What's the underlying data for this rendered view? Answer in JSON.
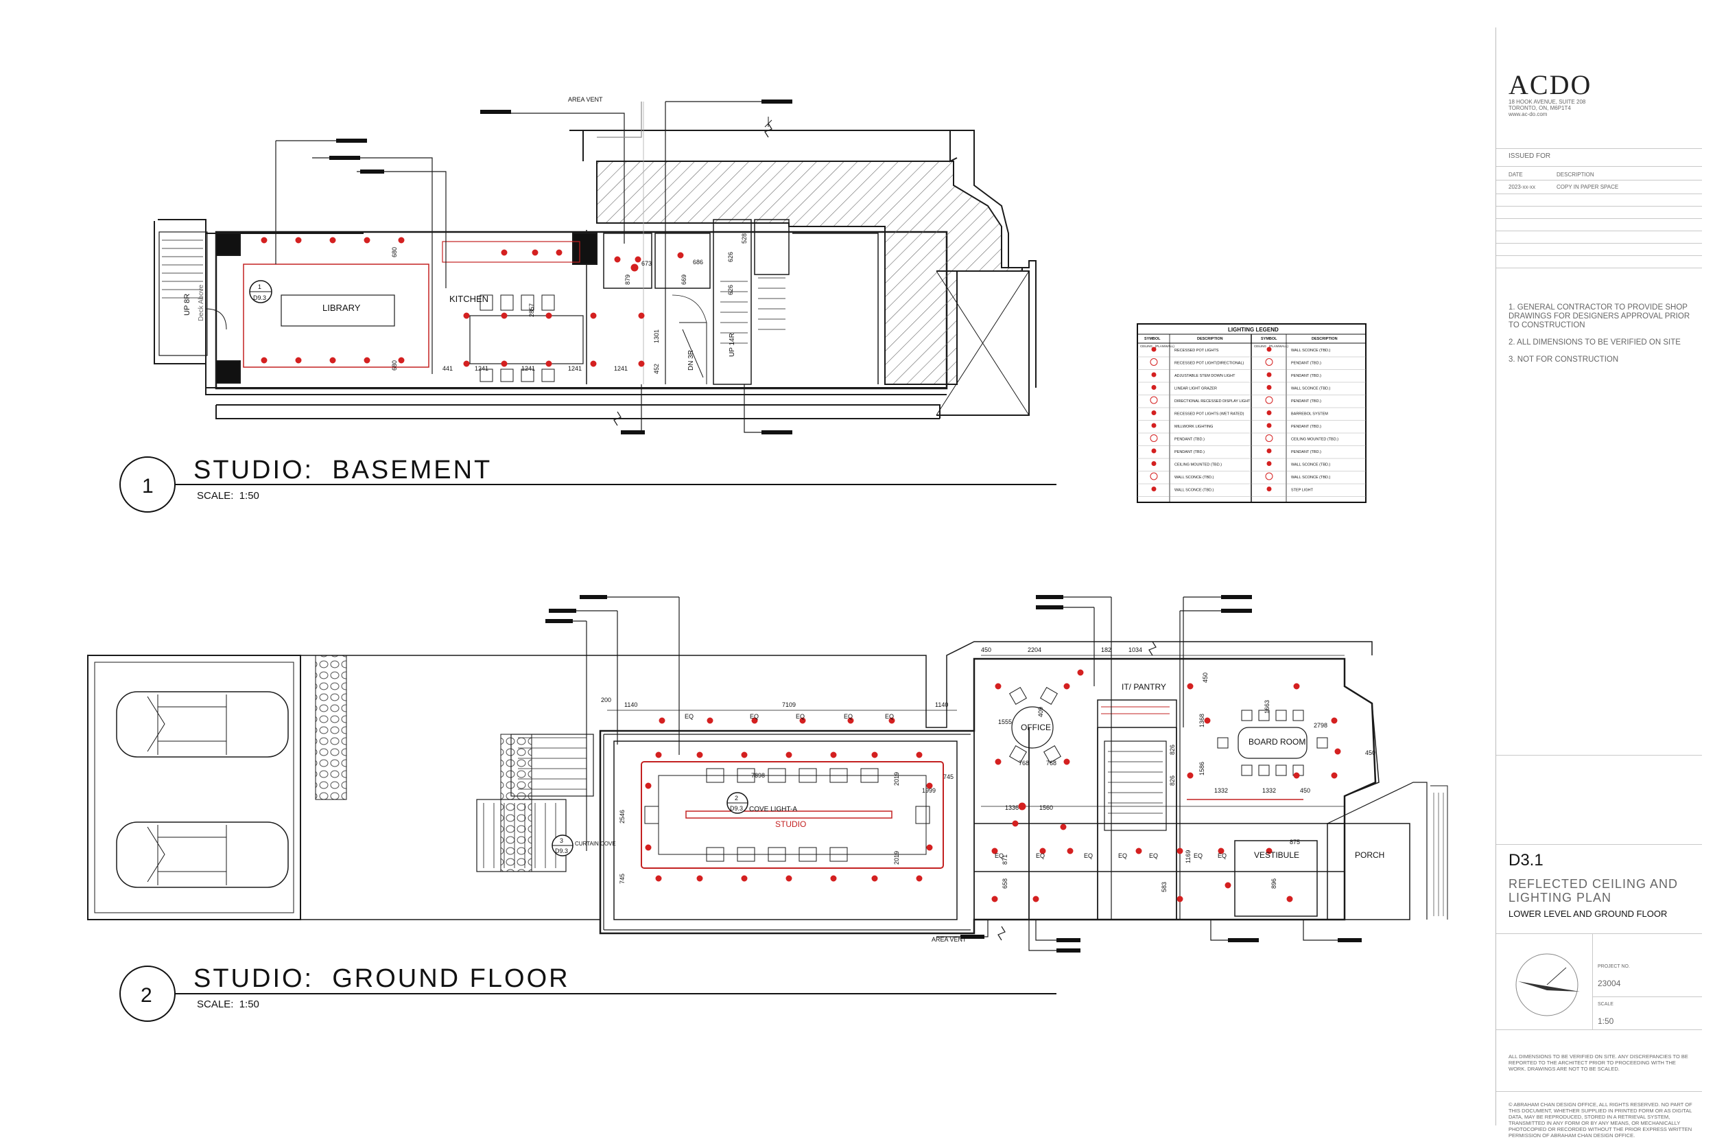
{
  "sheet": {
    "drawings": [
      {
        "number": "1",
        "title": "STUDIO:  BASEMENT",
        "scale": "SCALE:  1:50"
      },
      {
        "number": "2",
        "title": "STUDIO:  GROUND FLOOR",
        "scale": "SCALE:  1:50"
      }
    ]
  },
  "basement": {
    "rooms": {
      "library": "LIBRARY",
      "kitchen": "KITCHEN"
    },
    "labels": {
      "area_vent": "AREA VENT",
      "stair_up": "UP 8R",
      "deck_above": "Deck Above",
      "dn": "DN 3R",
      "up14": "UP 14R"
    },
    "callout": {
      "num": "1",
      "sheet": "D9.3"
    },
    "dims": {
      "d1": "680",
      "d2": "680",
      "d3": "1241",
      "d4": "1241",
      "d5": "1241",
      "d6": "1241",
      "d7": "441",
      "d8": "2857",
      "d9": "1301",
      "d10": "452",
      "d11": "879",
      "d12": "673",
      "d13": "686",
      "d14": "669",
      "d15": "528",
      "d16": "626",
      "d17": "626"
    }
  },
  "ground": {
    "rooms": {
      "studio": "STUDIO",
      "office": "OFFICE",
      "it_pantry": "IT/ PANTRY",
      "board_room": "BOARD ROOM",
      "vestibule": "VESTIBULE",
      "porch": "PORCH"
    },
    "labels": {
      "cove_light": "COVE LIGHT-A",
      "curtain": "CURTAIN COVE",
      "area_vent": "AREA VENT",
      "eq": "EQ"
    },
    "callouts": [
      {
        "num": "2",
        "sheet": "D9.3"
      },
      {
        "num": "3",
        "sheet": "D9.3"
      }
    ],
    "dims": {
      "d1": "1140",
      "d2": "7109",
      "d3": "1140",
      "d4": "200",
      "d5": "7898",
      "d6": "2546",
      "d7": "2019",
      "d8": "2019",
      "d9": "1999",
      "d10": "745",
      "d11": "745",
      "d12": "450",
      "d13": "2204",
      "d14": "182",
      "d15": "1034",
      "d16": "1555",
      "d17": "409",
      "d18": "768",
      "d19": "768",
      "d20": "1560",
      "d21": "1332",
      "d22": "1332",
      "d23": "2798",
      "d24": "450",
      "d25": "450",
      "d26": "875",
      "d27": "1169",
      "d28": "896",
      "d29": "583",
      "d30": "871",
      "d31": "658",
      "d32": "1368",
      "d33": "1586",
      "d34": "1663",
      "d35": "826",
      "d36": "826",
      "d37": "1336",
      "d38": "450"
    }
  },
  "legend": {
    "title": "LIGHTING LEGEND",
    "headers": {
      "symbol": "SYMBOL",
      "description": "DESCRIPTION",
      "sub": "CEILING   (PLAN/WALL)"
    },
    "left": [
      "RECESSED POT LIGHTS",
      "RECESSED POT LIGHT(DIRECTIONAL)",
      "ADJUSTABLE STEM DOWN LIGHT",
      "LINEAR LIGHT GRAZER",
      "DIRECTIONAL RECESSED DISPLAY LIGHT",
      "RECESSED POT LIGHTS (WET RATED)",
      "MILLWORK LIGHTING",
      "PENDANT (TBD.)",
      "PENDANT (TBD.)",
      "CEILING MOUNTED (TBD.)",
      "WALL SCONCE (TBD.)",
      "WALL SCONCE (TBD.)"
    ],
    "right": [
      "WALL SCONCE (TBD.)",
      "PENDANT (TBD.)",
      "PENDANT (TBD.)",
      "WALL SCONCE (TBD.)",
      "PENDANT (TBD.)",
      "BARREBOL SYSTEM",
      "PENDANT (TBD.)",
      "CEILING MOUNTED (TBD.)",
      "PENDANT (TBD.)",
      "WALL SCONCE (TBD.)",
      "WALL SCONCE (TBD.)",
      "STEP LIGHT"
    ]
  },
  "title_block": {
    "logo": "ACDO",
    "address": "18 HOOK AVENUE, SUITE 208\nTORONTO, ON, M6P1T4\nwww.ac-do.com",
    "issued_for": "ISSUED FOR",
    "col_date": "DATE",
    "col_desc": "DESCRIPTION",
    "row_date": "2023-xx-xx",
    "row_desc": "COPY IN PAPER SPACE",
    "notes": [
      "1. GENERAL CONTRACTOR TO PROVIDE SHOP DRAWINGS FOR DESIGNERS APPROVAL PRIOR TO CONSTRUCTION",
      "2. ALL DIMENSIONS TO BE VERIFIED ON SITE",
      "3.  NOT FOR CONSTRUCTION"
    ],
    "sheet_number": "D3.1",
    "sheet_title": "REFLECTED CEILING AND LIGHTING PLAN",
    "sheet_subtitle": "LOWER LEVEL AND GROUND FLOOR",
    "project_label": "PROJECT NO.",
    "project_no": "23004",
    "scale_label": "SCALE",
    "scale": "1:50",
    "disclaimer": "ALL DIMENSIONS TO BE VERIFIED ON SITE. ANY DISCREPANCIES TO BE REPORTED TO THE ARCHITECT PRIOR TO PROCEEDING WITH THE WORK. DRAWINGS ARE NOT TO BE SCALED.",
    "copyright": "© ABRAHAM CHAN DESIGN OFFICE, ALL RIGHTS RESERVED. NO PART OF THIS DOCUMENT, WHETHER SUPPLIED IN PRINTED FORM OR AS DIGITAL DATA, MAY BE REPRODUCED, STORED IN A RETRIEVAL SYSTEM, TRANSMITTED IN ANY FORM OR BY ANY MEANS, OR MECHANICALLY PHOTOCOPIED OR RECORDED WITHOUT THE PRIOR EXPRESS WRITTEN PERMISSION OF ABRAHAM CHAN DESIGN OFFICE."
  },
  "colors": {
    "line": "#1a1a1a",
    "light": "#d42020",
    "hatch": "#555555",
    "gray": "#777777"
  }
}
